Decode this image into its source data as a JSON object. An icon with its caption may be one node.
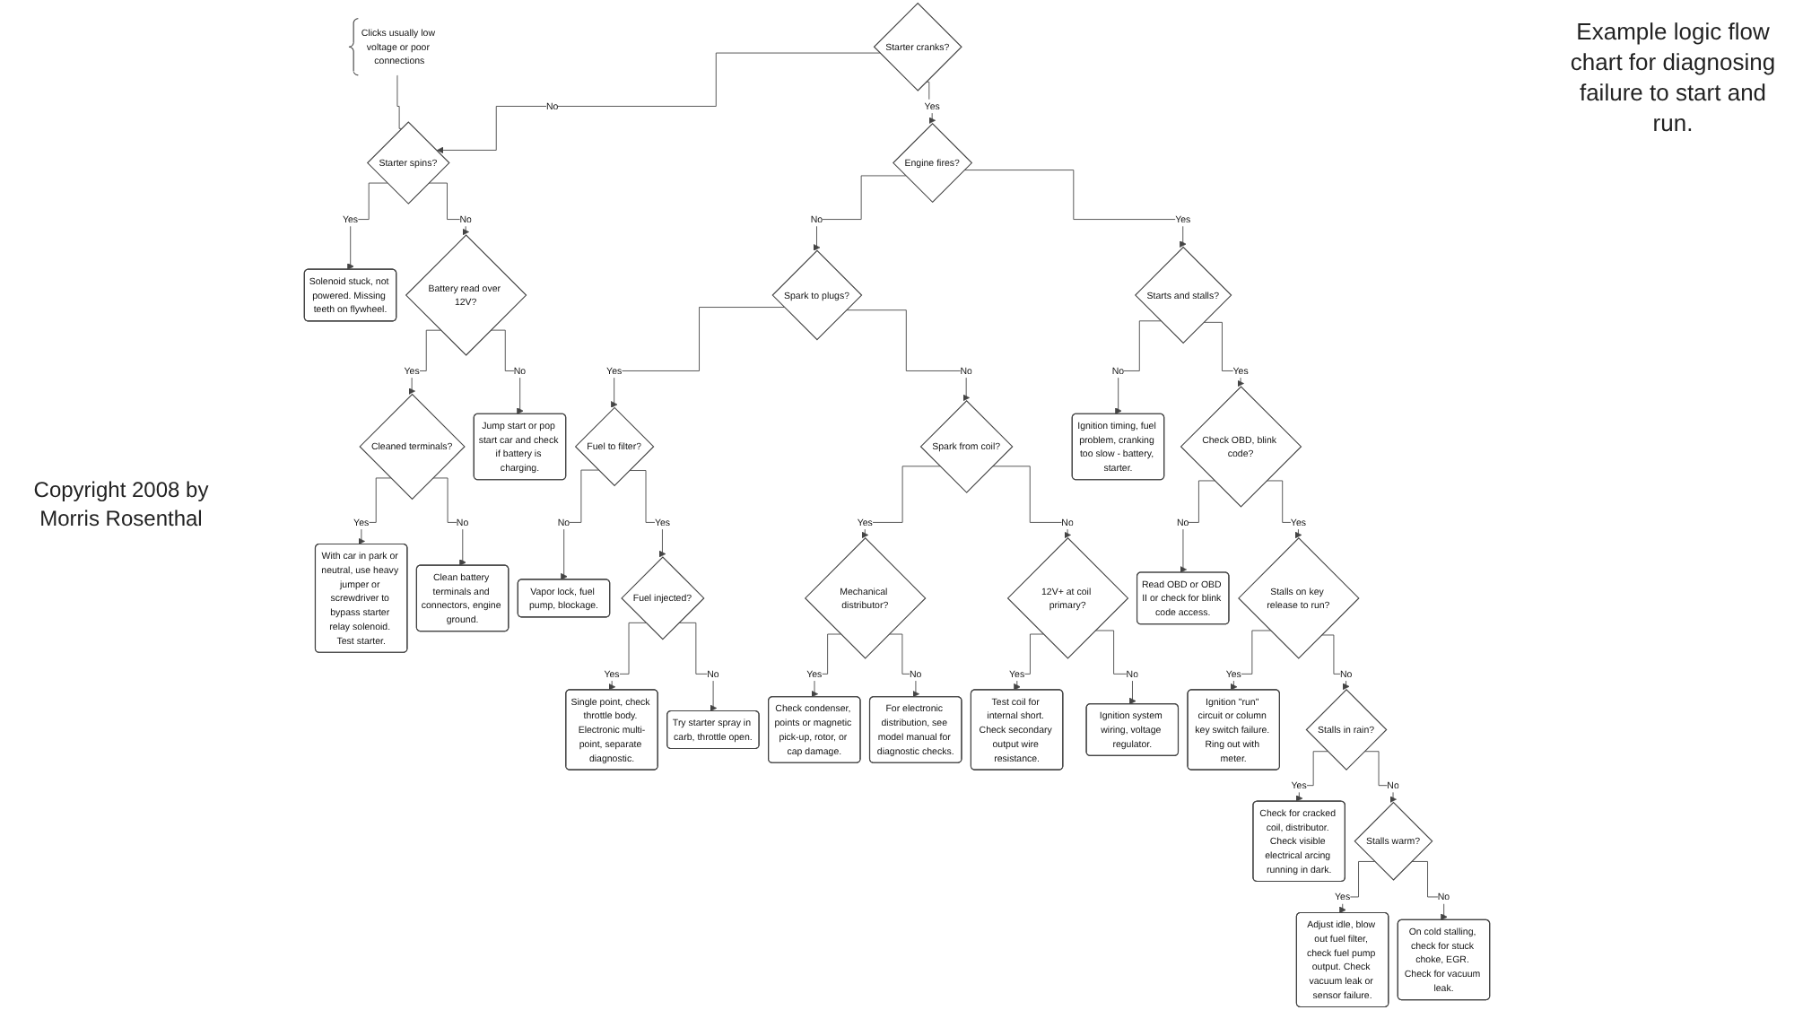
{
  "diagram": {
    "title": "Example logic flow chart for diagnosing failure to start and run.",
    "nodes": [
      {
        "text": [
          "Clicks usually low voltage or poor connections"
        ]
      },
      {
        "text": [
          "Starter cranks?"
        ]
      },
      {
        "text": [
          "Starter spins?"
        ]
      },
      {
        "text": [
          "Engine fires?"
        ]
      },
      {
        "text": [
          "Solenoid stuck, not powered. Missing teeth on flywheel."
        ]
      },
      {
        "text": [
          "Battery read over 12V?"
        ]
      },
      {
        "text": [
          "Spark to plugs?"
        ]
      },
      {
        "text": [
          "Starts and stalls?"
        ]
      },
      {
        "text": [
          "Ignition timing, fuel problem, cranking too slow - battery, starter."
        ]
      },
      {
        "text": [
          "Cleaned terminals?"
        ]
      },
      {
        "text": [
          "Check OBD, blink code?"
        ]
      },
      {
        "text": [
          "Fuel to filter?"
        ]
      },
      {
        "text": [
          "Vapor lock, fuel pump, blockage."
        ]
      },
      {
        "text": [
          "With car in park or neutral, use heavy jumper or screwdriver to bypass starter relay solenoid. Test starter."
        ]
      },
      {
        "text": [
          "Jump start or pop start car and check if battery is charging."
        ]
      },
      {
        "text": [
          "Read OBD or OBD II or check for blink code access."
        ]
      },
      {
        "text": [
          "Fuel injected?"
        ]
      },
      {
        "text": [
          "Stalls on key release to run?"
        ]
      },
      {
        "text": [
          "Clean battery terminals and connectors, engine ground."
        ]
      },
      {
        "text": [
          "Single point, check throttle body. Electronic multi-point, separate diagnostic."
        ]
      },
      {
        "text": [
          "Ignition \"run\" circuit or column key switch failure. Ring out with meter."
        ]
      },
      {
        "text": [
          "Spark from coil?"
        ]
      },
      {
        "text": [
          "Try starter spray in carb, throttle open."
        ]
      },
      {
        "text": [
          "Stalls in rain?"
        ]
      },
      {
        "text": [
          "12V+ at coil primary?"
        ]
      },
      {
        "text": [
          "Check for cracked coil, distributor. Check visible electrical arcing running in dark."
        ]
      },
      {
        "text": [
          "Mechanical distributor?"
        ]
      },
      {
        "text": [
          "Test coil for internal short. Check secondary output wire resistance."
        ]
      },
      {
        "text": [
          "Check condenser, points or magnetic pick-up, rotor, or cap damage."
        ]
      },
      {
        "text": [
          "Stalls warm?"
        ]
      },
      {
        "text": [
          "Adjust idle, blow out fuel filter, check fuel pump output. Check vacuum leak or sensor failure."
        ]
      },
      {
        "text": [
          "On cold stalling, check for stuck choke, EGR. Check for vacuum leak."
        ]
      },
      {
        "text": [
          "For electronic distribution, see model manual for diagnostic checks."
        ]
      },
      {
        "text": [
          "Ignition system wiring, voltage regulator."
        ]
      }
    ],
    "edges": [
      {
        "from": 0,
        "to": 2,
        "arrow": "none"
      },
      {
        "from": 1,
        "to": 2,
        "label": "No",
        "arrow": "to"
      },
      {
        "from": 1,
        "to": 3,
        "label": "Yes",
        "arrow": "to"
      },
      {
        "from": 2,
        "to": 4,
        "label": "Yes",
        "arrow": "to"
      },
      {
        "from": 2,
        "to": 5,
        "label": "No",
        "arrow": "to"
      },
      {
        "from": 3,
        "to": 6,
        "label": "No",
        "arrow": "to"
      },
      {
        "from": 3,
        "to": 7,
        "label": "Yes",
        "arrow": "to"
      },
      {
        "from": 5,
        "to": 9,
        "label": "Yes",
        "arrow": "to"
      },
      {
        "from": 5,
        "to": 14,
        "label": "No",
        "arrow": "to"
      },
      {
        "from": 7,
        "to": 8,
        "label": "No",
        "arrow": "to"
      },
      {
        "from": 7,
        "to": 10,
        "label": "Yes",
        "arrow": "to"
      },
      {
        "from": 6,
        "to": 11,
        "label": "Yes",
        "arrow": "to"
      },
      {
        "from": 6,
        "to": 21,
        "label": "No",
        "arrow": "to"
      },
      {
        "from": 9,
        "to": 13,
        "label": "Yes",
        "arrow": "to"
      },
      {
        "from": 9,
        "to": 18,
        "label": "No",
        "arrow": "to"
      },
      {
        "from": 10,
        "to": 15,
        "label": "No",
        "arrow": "to"
      },
      {
        "from": 10,
        "to": 17,
        "label": "Yes",
        "arrow": "to"
      },
      {
        "from": 11,
        "to": 12,
        "label": "No",
        "arrow": "to"
      },
      {
        "from": 11,
        "to": 16,
        "label": "Yes",
        "arrow": "to"
      },
      {
        "from": 16,
        "to": 19,
        "label": "Yes",
        "arrow": "to"
      },
      {
        "from": 16,
        "to": 22,
        "label": "No",
        "arrow": "to"
      },
      {
        "from": 17,
        "to": 20,
        "label": "Yes",
        "arrow": "to"
      },
      {
        "from": 17,
        "to": 23,
        "label": "No",
        "arrow": "to"
      },
      {
        "from": 21,
        "to": 26,
        "label": "Yes",
        "arrow": "to"
      },
      {
        "from": 21,
        "to": 24,
        "label": "No",
        "arrow": "to"
      },
      {
        "from": 23,
        "to": 25,
        "label": "Yes",
        "arrow": "to"
      },
      {
        "from": 23,
        "to": 29,
        "label": "No",
        "arrow": "to"
      },
      {
        "from": 24,
        "to": 27,
        "label": "Yes",
        "arrow": "to"
      },
      {
        "from": 24,
        "to": 33,
        "label": "No",
        "arrow": "to"
      },
      {
        "from": 26,
        "to": 28,
        "label": "Yes",
        "arrow": "to"
      },
      {
        "from": 26,
        "to": 32,
        "label": "No",
        "arrow": "to"
      },
      {
        "from": 29,
        "to": 30,
        "label": "Yes",
        "arrow": "to"
      },
      {
        "from": 29,
        "to": 31,
        "label": "No",
        "arrow": "to"
      }
    ],
    "labels": [
      "Copyright 2008 by Morris Rosenthal"
    ]
  }
}
